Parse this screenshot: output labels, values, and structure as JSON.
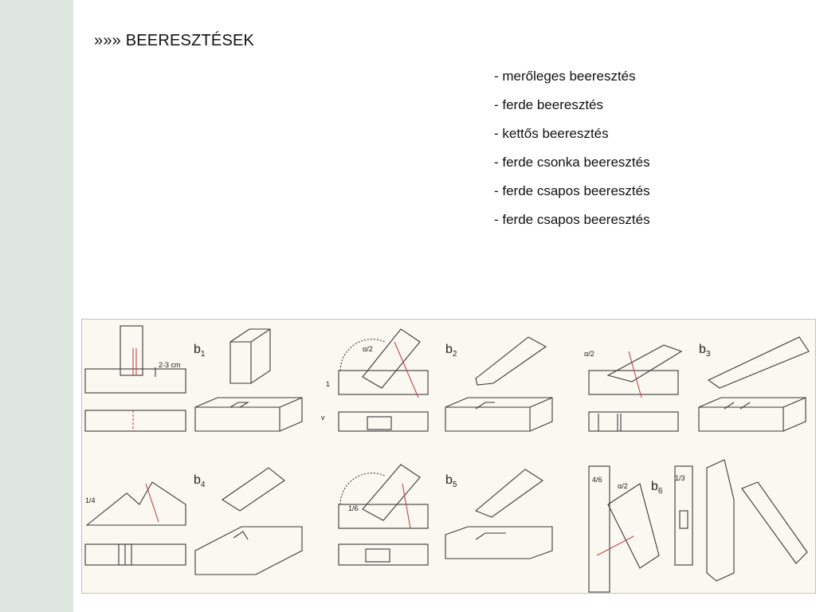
{
  "slide": {
    "title": "»»» BEERESZTÉSEK",
    "items": [
      "- merőleges beeresztés",
      "- ferde beeresztés",
      "- kettős beeresztés",
      "- ferde csonka beeresztés",
      "- ferde csapos beeresztés",
      "- ferde csapos beeresztés"
    ]
  },
  "figure": {
    "labels": {
      "b1": "b",
      "b1_sub": "1",
      "b2": "b",
      "b2_sub": "2",
      "b3": "b",
      "b3_sub": "3",
      "b4": "b",
      "b4_sub": "4",
      "b5": "b",
      "b5_sub": "5",
      "b6": "b",
      "b6_sub": "6"
    },
    "dims": {
      "gap": "2-3 cm",
      "one": "1",
      "v": "v",
      "half_alpha": "α/2",
      "quarter": "1/4",
      "sixth": "1/6",
      "four_sixth": "4/6",
      "third": "1/3"
    },
    "colors": {
      "line": "#3a3a3a",
      "accent": "#c0464a",
      "paper": "#fbf8f1"
    }
  }
}
